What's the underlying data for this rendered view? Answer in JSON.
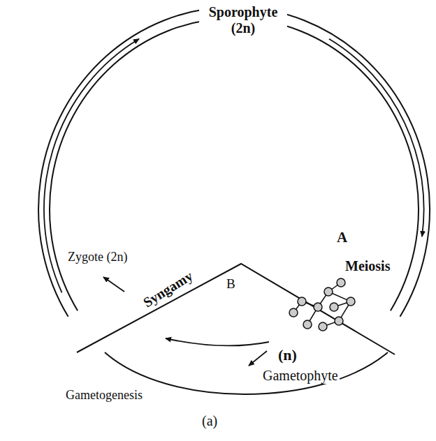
{
  "diagram": {
    "caption": "(a)",
    "labels": [
      "Sporophyte (2n)",
      "A",
      "Meiosis",
      "Zygote (2n)",
      "Syngamy",
      "B",
      "(n)",
      "Gametophyte",
      "Gametogenesis"
    ]
  }
}
